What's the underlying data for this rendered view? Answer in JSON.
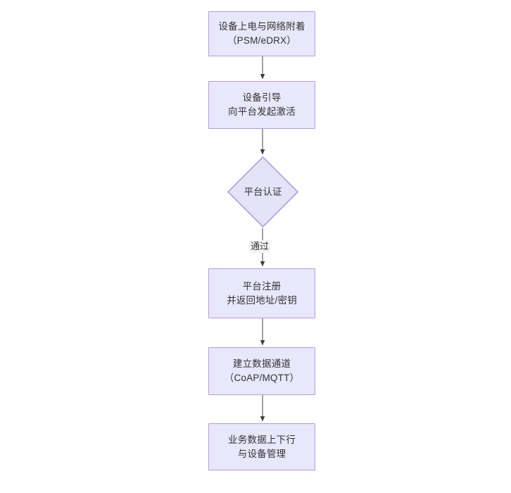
{
  "diagram": {
    "type": "flowchart",
    "orientation": "top-to-bottom",
    "title": "",
    "theme": {
      "node_fill": "#e8e7fb",
      "node_border": "#b39ddb",
      "text_color": "#333333",
      "edge_color": "#555555",
      "edge_label_bg": "#f4f4f4",
      "background": "#ffffff"
    },
    "nodes": [
      {
        "id": "n1",
        "shape": "rect",
        "lines": [
          "设备上电与网络附着",
          "（PSM/eDRX）"
        ],
        "text": "设备上电与网络附着\n（PSM/eDRX）"
      },
      {
        "id": "n2",
        "shape": "rect",
        "lines": [
          "设备引导",
          "向平台发起激活"
        ],
        "text": "设备引导\n向平台发起激活"
      },
      {
        "id": "n3",
        "shape": "diamond",
        "lines": [
          "平台认证"
        ],
        "text": "平台认证"
      },
      {
        "id": "n4",
        "shape": "rect",
        "lines": [
          "平台注册",
          "并返回地址/密钥"
        ],
        "text": "平台注册\n并返回地址/密钥"
      },
      {
        "id": "n5",
        "shape": "rect",
        "lines": [
          "建立数据通道",
          "（CoAP/MQTT）"
        ],
        "text": "建立数据通道\n（CoAP/MQTT）"
      },
      {
        "id": "n6",
        "shape": "rect",
        "lines": [
          "业务数据上下行",
          "与设备管理"
        ],
        "text": "业务数据上下行\n与设备管理"
      }
    ],
    "edges": [
      {
        "from": "n1",
        "to": "n2",
        "label": ""
      },
      {
        "from": "n2",
        "to": "n3",
        "label": ""
      },
      {
        "from": "n3",
        "to": "n4",
        "label": "通过"
      },
      {
        "from": "n4",
        "to": "n5",
        "label": ""
      },
      {
        "from": "n5",
        "to": "n6",
        "label": ""
      }
    ]
  }
}
